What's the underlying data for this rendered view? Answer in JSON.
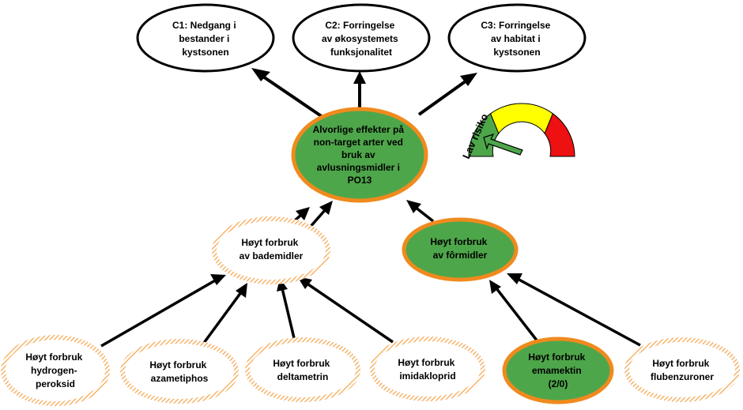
{
  "colors": {
    "green": "#4ea64a",
    "orange": "#f08a1e",
    "hatch_orange": "#f5a34a",
    "black": "#000000",
    "white": "#ffffff",
    "gauge_green": "#4ea64a",
    "gauge_yellow": "#ffff00",
    "gauge_red": "#ee1111",
    "needle_green": "#4ea64a"
  },
  "consequences": [
    {
      "id": "c1",
      "lines": [
        "C1: Nedgang i",
        "bestander i",
        "kystsonen"
      ],
      "style": "plain"
    },
    {
      "id": "c2",
      "lines": [
        "C2: Forringelse",
        "av økosystemets",
        "funksjonalitet"
      ],
      "style": "plain"
    },
    {
      "id": "c3",
      "lines": [
        "C3: Forringelse",
        "av habitat i",
        "kystsonen"
      ],
      "style": "plain"
    }
  ],
  "central": {
    "id": "central",
    "lines": [
      "Alvorlige effekter på",
      "non-target arter ved",
      "bruk av",
      "avlusningsmidler i",
      "PO13"
    ],
    "style": "filled"
  },
  "middle": [
    {
      "id": "bademidler",
      "lines": [
        "Høyt forbruk",
        "av bademidler"
      ],
      "style": "hatched"
    },
    {
      "id": "formidler",
      "lines": [
        "Høyt forbruk",
        "av fôrmidler"
      ],
      "style": "filled"
    }
  ],
  "bottom": [
    {
      "id": "hydrogenperoksid",
      "lines": [
        "Høyt forbruk",
        "hydrogen-",
        "peroksid"
      ],
      "style": "hatched"
    },
    {
      "id": "azametiphos",
      "lines": [
        "Høyt forbruk",
        "azametiphos"
      ],
      "style": "hatched"
    },
    {
      "id": "deltametrin",
      "lines": [
        "Høyt forbruk",
        "deltametrin"
      ],
      "style": "hatched"
    },
    {
      "id": "imidakloprid",
      "lines": [
        "Høyt forbruk",
        "imidakloprid"
      ],
      "style": "hatched"
    },
    {
      "id": "emamektin",
      "lines": [
        "Høyt forbruk",
        "emamektin",
        "(2/0)"
      ],
      "style": "filled"
    },
    {
      "id": "flubenzuroner",
      "lines": [
        "Høyt forbruk",
        "flubenzuroner"
      ],
      "style": "hatched"
    }
  ],
  "gauge": {
    "label": "Lav risiko",
    "segments": [
      "low",
      "medium",
      "high"
    ],
    "level": "low"
  }
}
